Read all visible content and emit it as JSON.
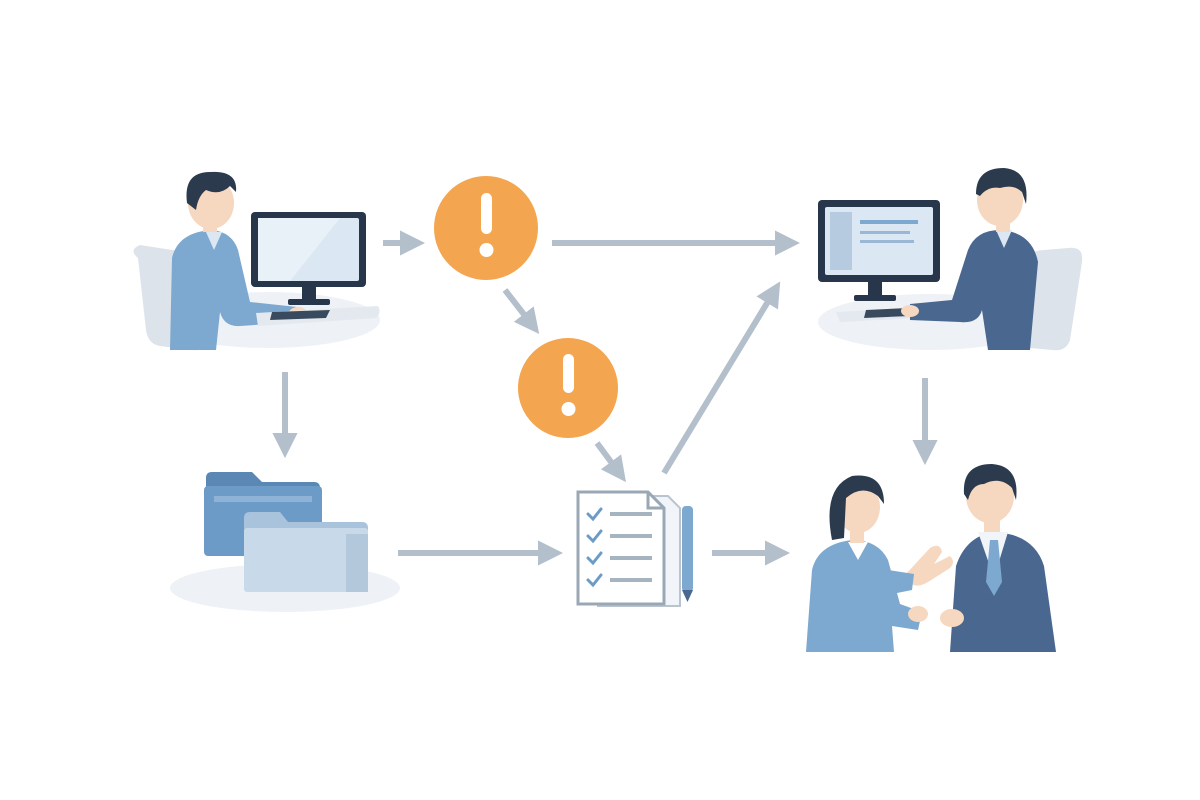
{
  "diagram": {
    "nodes": [
      {
        "id": "worker-left",
        "icon": "person-at-computer-icon"
      },
      {
        "id": "alert-1",
        "icon": "exclamation-icon"
      },
      {
        "id": "alert-2",
        "icon": "exclamation-icon"
      },
      {
        "id": "worker-right",
        "icon": "person-at-computer-icon"
      },
      {
        "id": "folders",
        "icon": "folders-icon"
      },
      {
        "id": "checklist",
        "icon": "checklist-document-icon"
      },
      {
        "id": "meeting",
        "icon": "two-people-talking-icon"
      }
    ],
    "edges": [
      {
        "from": "worker-left",
        "to": "alert-1"
      },
      {
        "from": "alert-1",
        "to": "worker-right"
      },
      {
        "from": "alert-1",
        "to": "alert-2"
      },
      {
        "from": "alert-2",
        "to": "checklist"
      },
      {
        "from": "checklist",
        "to": "worker-right"
      },
      {
        "from": "worker-left",
        "to": "folders"
      },
      {
        "from": "folders",
        "to": "checklist"
      },
      {
        "from": "checklist",
        "to": "meeting"
      },
      {
        "from": "worker-right",
        "to": "meeting"
      }
    ]
  },
  "colors": {
    "arrow": "#b3bfcb",
    "alert": "#f4a54f",
    "suit_light": "#7da8cf",
    "suit_dark": "#49678f",
    "hair": "#2b3a4d",
    "skin": "#f6d7bf",
    "monitor": "#27364a",
    "screen": "#dbe8f3",
    "folder": "#6c9bc8",
    "chair": "#dde3ea"
  }
}
